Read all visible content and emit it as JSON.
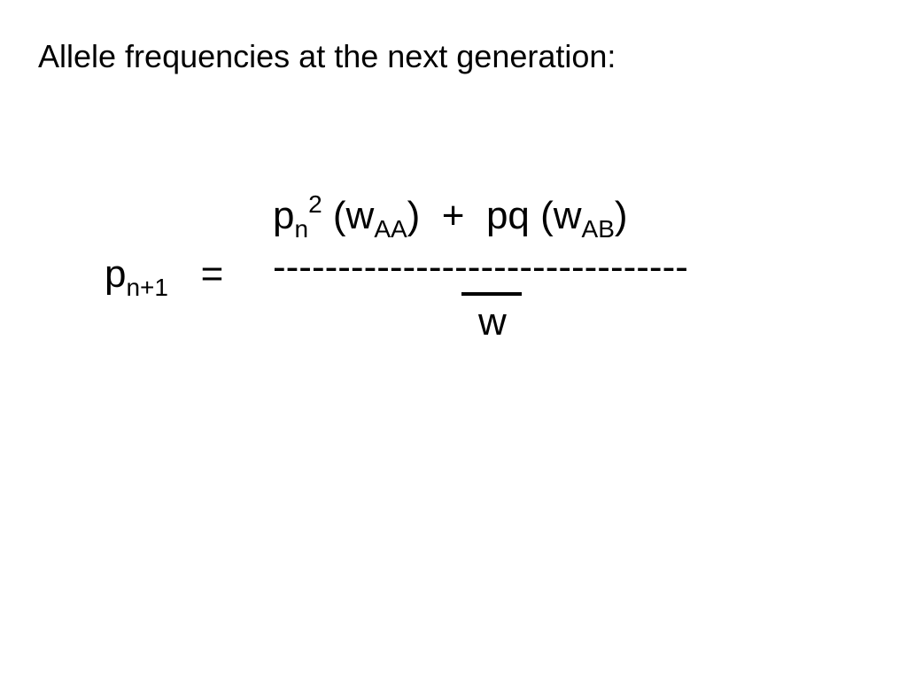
{
  "title": "Allele frequencies at the next generation:",
  "equation": {
    "lhs": {
      "symbol": "p",
      "subscript": "n+1",
      "equals": "="
    },
    "numerator": {
      "term1_base": "p",
      "term1_sub": "n",
      "term1_sup": "2",
      "term1_open": "(w",
      "term1_weight_sub": "AA",
      "term1_close": ")",
      "plus": "+",
      "term2_open": "pq (w",
      "term2_weight_sub": "AB",
      "term2_close": ")"
    },
    "fraction_line": "--------------------------------",
    "denominator": "w"
  }
}
